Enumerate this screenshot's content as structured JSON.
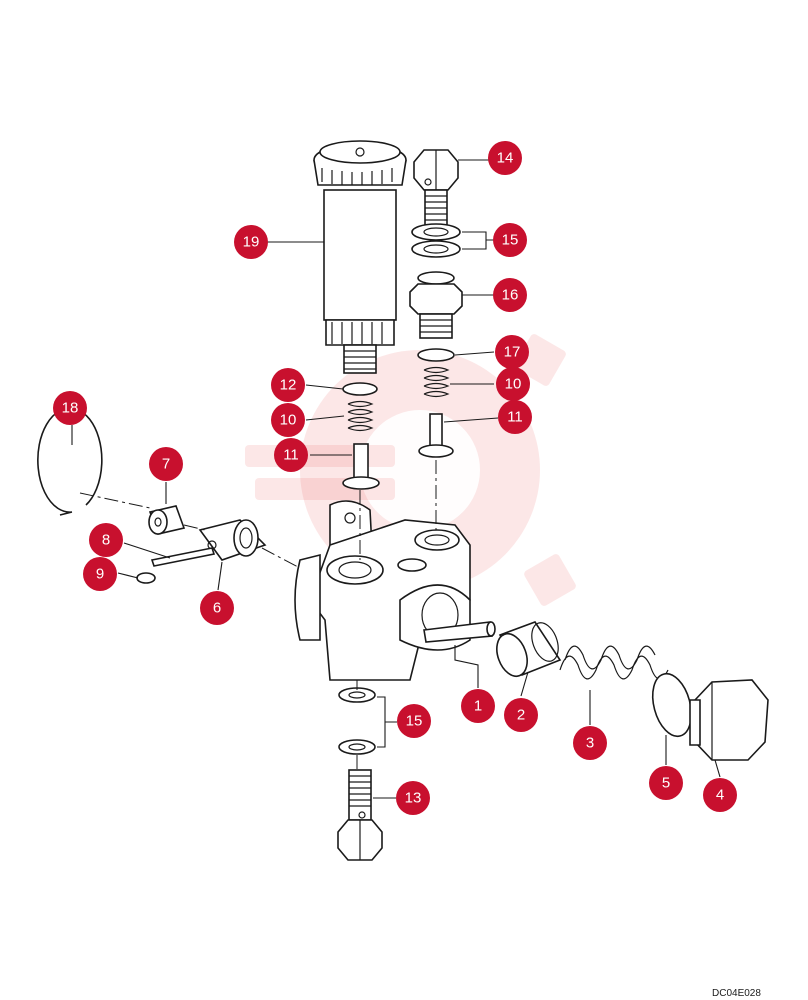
{
  "drawing_code": "DC04E028",
  "colors": {
    "callout": "#c8102e",
    "line": "#1a1a1a",
    "watermark": "#e83a3a"
  },
  "callouts": [
    {
      "id": "c1",
      "label": "1"
    },
    {
      "id": "c2",
      "label": "2"
    },
    {
      "id": "c3",
      "label": "3"
    },
    {
      "id": "c4",
      "label": "4"
    },
    {
      "id": "c5",
      "label": "5"
    },
    {
      "id": "c6",
      "label": "6"
    },
    {
      "id": "c7",
      "label": "7"
    },
    {
      "id": "c8",
      "label": "8"
    },
    {
      "id": "c9",
      "label": "9"
    },
    {
      "id": "c10a",
      "label": "10"
    },
    {
      "id": "c10b",
      "label": "10"
    },
    {
      "id": "c11a",
      "label": "11"
    },
    {
      "id": "c11b",
      "label": "11"
    },
    {
      "id": "c12",
      "label": "12"
    },
    {
      "id": "c13",
      "label": "13"
    },
    {
      "id": "c14",
      "label": "14"
    },
    {
      "id": "c15a",
      "label": "15"
    },
    {
      "id": "c15b",
      "label": "15"
    },
    {
      "id": "c16",
      "label": "16"
    },
    {
      "id": "c17",
      "label": "17"
    },
    {
      "id": "c18",
      "label": "18"
    },
    {
      "id": "c19",
      "label": "19"
    }
  ]
}
